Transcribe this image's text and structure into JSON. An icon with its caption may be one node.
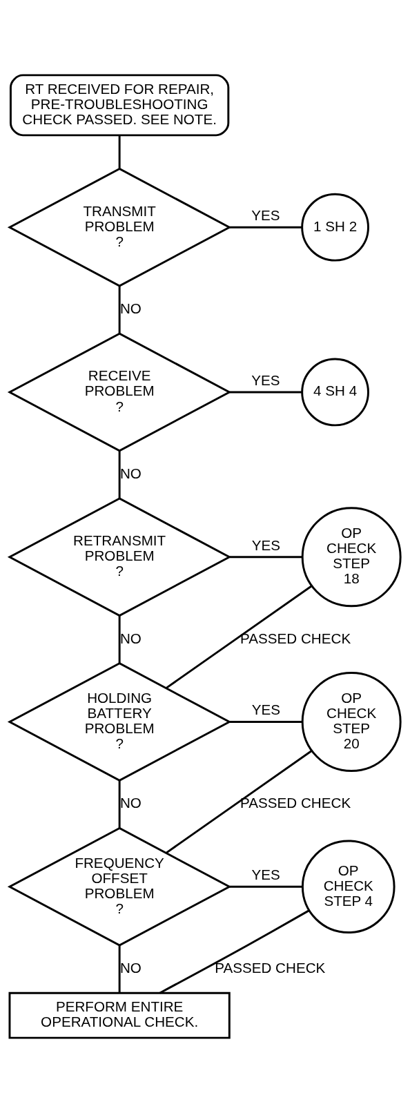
{
  "diagram": {
    "nodes": [
      {
        "text": [
          "RT RECEIVED FOR REPAIR, PRE-TROUBLESHOOTING CHECK PASSED. SEE NOTE."
        ]
      },
      {
        "text": [
          "TRANSMIT PROBLEM",
          "?"
        ]
      },
      {
        "text": [
          "1 SH 2"
        ]
      },
      {
        "text": [
          "RECEIVE PROBLEM",
          "?"
        ]
      },
      {
        "text": [
          "4 SH 4"
        ]
      },
      {
        "text": [
          "RETRANSMIT PROBLEM",
          "?"
        ]
      },
      {
        "text": [
          "OP CHECK STEP 18"
        ]
      },
      {
        "text": [
          "HOLDING BATTERY PROBLEM",
          "?"
        ]
      },
      {
        "text": [
          "OP CHECK STEP 20"
        ]
      },
      {
        "text": [
          "FREQUENCY OFFSET PROBLEM",
          "?"
        ]
      },
      {
        "text": [
          "OP CHECK STEP 4"
        ]
      },
      {
        "text": [
          "PERFORM ENTIRE OPERATIONAL CHECK."
        ]
      }
    ],
    "edges": [
      {
        "from": 0,
        "to": 1,
        "arrow": "none"
      },
      {
        "from": 1,
        "to": 2,
        "arrow": "none",
        "label": "YES"
      },
      {
        "from": 1,
        "to": 3,
        "arrow": "none",
        "label": "NO"
      },
      {
        "from": 3,
        "to": 4,
        "arrow": "none",
        "label": "YES"
      },
      {
        "from": 3,
        "to": 5,
        "arrow": "none",
        "label": "NO"
      },
      {
        "from": 5,
        "to": 6,
        "arrow": "none",
        "label": "YES"
      },
      {
        "from": 5,
        "to": 7,
        "arrow": "none",
        "label": "NO"
      },
      {
        "from": 6,
        "to": 7,
        "arrow": "none",
        "label": "PASSED CHECK"
      },
      {
        "from": 7,
        "to": 8,
        "arrow": "none",
        "label": "YES"
      },
      {
        "from": 7,
        "to": 9,
        "arrow": "none",
        "label": "NO"
      },
      {
        "from": 8,
        "to": 9,
        "arrow": "none",
        "label": "PASSED CHECK"
      },
      {
        "from": 9,
        "to": 10,
        "arrow": "none",
        "label": "YES"
      },
      {
        "from": 9,
        "to": 11,
        "arrow": "none",
        "label": "NO"
      },
      {
        "from": 10,
        "to": 11,
        "arrow": "none",
        "label": "PASSED CHECK"
      }
    ]
  }
}
